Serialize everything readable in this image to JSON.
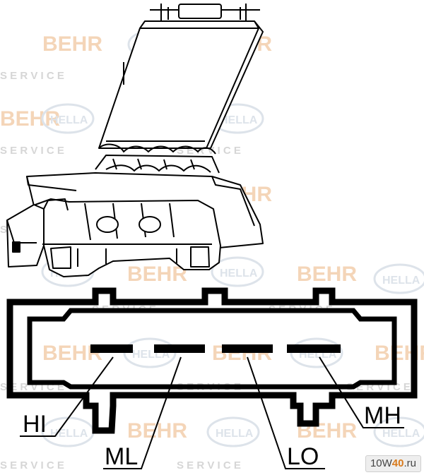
{
  "watermark": {
    "brand": "BEHR",
    "partner": "HELLA",
    "service": "S E R V I C E"
  },
  "pins": {
    "hi": "HI",
    "ml": "ML",
    "lo": "LO",
    "mh": "MH"
  },
  "site_badge": {
    "prefix": "10W",
    "accent": "40",
    "suffix": ".ru"
  },
  "colors": {
    "watermark_brand": "#f4d5b8",
    "watermark_partner": "#dde3ea",
    "watermark_service": "#d6d6d6",
    "ink": "#000000"
  }
}
